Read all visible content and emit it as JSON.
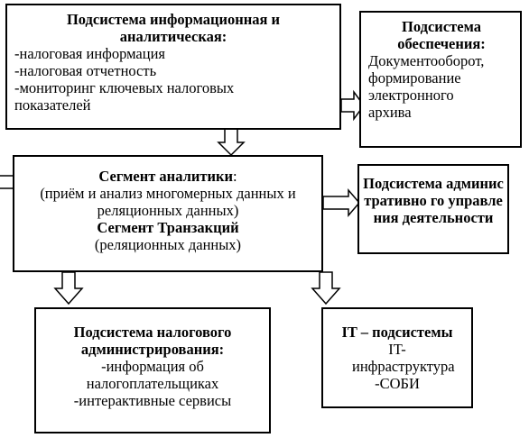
{
  "info_box": {
    "title": "Подсистема информационная и аналитическая:",
    "items": [
      "-налоговая информация",
      "-налоговая отчетность",
      "-мониторинг ключевых налоговых показателей"
    ]
  },
  "provision_box": {
    "title": "Подсистема обеспечения:",
    "body": "Документооборот, формирование электронного архива"
  },
  "segment_box": {
    "analytics_title": "Сегмент аналитики",
    "analytics_title_suffix": ":",
    "analytics_desc": "(приём и анализ многомерных данных и реляционных данных)",
    "transactions_title": "Сегмент Транзакций",
    "transactions_desc": "(реляционных данных)"
  },
  "admin_mgmt_box": {
    "title": "Подсистема административно го управления деятельности"
  },
  "tax_admin_box": {
    "title": "Подсистема налогового администрирования:",
    "items": [
      "-информация об налогоплательщиках",
      "-интерактивные сервисы"
    ]
  },
  "it_box": {
    "title": "IT – подсистемы",
    "items": [
      "IT- инфраструктура",
      "-СОБИ"
    ]
  }
}
